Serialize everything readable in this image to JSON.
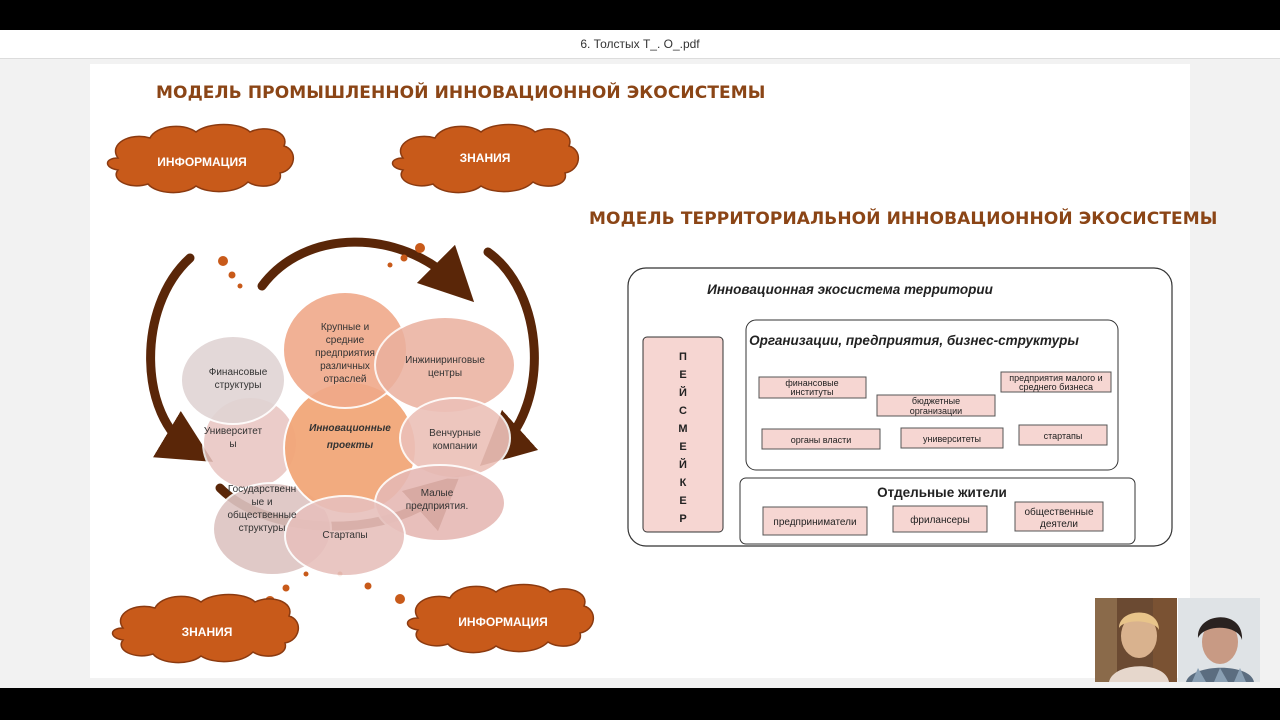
{
  "window": {
    "title": "6. Толстых Т_. О_.pdf"
  },
  "slide": {
    "title_industrial": "МОДЕЛЬ ПРОМЫШЛЕННОЙ ИННОВАЦИОННОЙ ЭКОСИСТЕМЫ",
    "title_territorial": "МОДЕЛЬ ТЕРРИТОРИАЛЬНОЙ ИННОВАЦИОННОЙ ЭКОСИСТЕМЫ",
    "clouds": {
      "top_left": "ИНФОРМАЦИЯ",
      "top_right": "ЗНАНИЯ",
      "bottom_left": "ЗНАНИЯ",
      "bottom_right": "ИНФОРМАЦИЯ"
    },
    "circles": {
      "large": [
        "Крупные и",
        "средние",
        "предприятия",
        "различных",
        "отраслей"
      ],
      "center": [
        "Инновационные",
        "проекты"
      ],
      "engineering": [
        "Инжиниринговые",
        "центры"
      ],
      "venture": [
        "Венчурные",
        "компании"
      ],
      "small": [
        "Малые",
        "предприятия."
      ],
      "startups": [
        "Стартапы"
      ],
      "government": [
        "Государственн",
        "ые и",
        "общественные",
        "структуры"
      ],
      "university": [
        "Университет",
        "ы"
      ],
      "finance": [
        "Финансовые",
        "структуры"
      ]
    },
    "territory": {
      "frame_title": "Инновационная экосистема территории",
      "peacemaker_letters": [
        "П",
        "Е",
        "Й",
        "С",
        "М",
        "Е",
        "Й",
        "К",
        "Е",
        "Р"
      ],
      "orgs_title": "Организации, предприятия, бизнес-структуры",
      "orgs": {
        "financial": [
          "финансовые",
          "институты"
        ],
        "budget": [
          "бюджетные",
          "организации"
        ],
        "sme": [
          "предприятия малого и",
          "среднего бизнеса"
        ],
        "authorities": "органы власти",
        "universities": "университеты",
        "startups": "стартапы"
      },
      "residents_title": "Отдельные жители",
      "residents": {
        "entrepreneurs": "предприниматели",
        "freelancers": "фрилансеры",
        "public_figures": [
          "общественные",
          "деятели"
        ]
      }
    }
  },
  "colors": {
    "heading": "#8b4516",
    "cloud_fill": "#c85a1a",
    "circle_fill": "#e8b4a0",
    "center_fill": "#f2a779",
    "box_fill": "#f6d6d2",
    "arrow": "#5a2608"
  },
  "icons": {
    "cloud": "cloud-shape",
    "arrow": "curved-arrow"
  }
}
